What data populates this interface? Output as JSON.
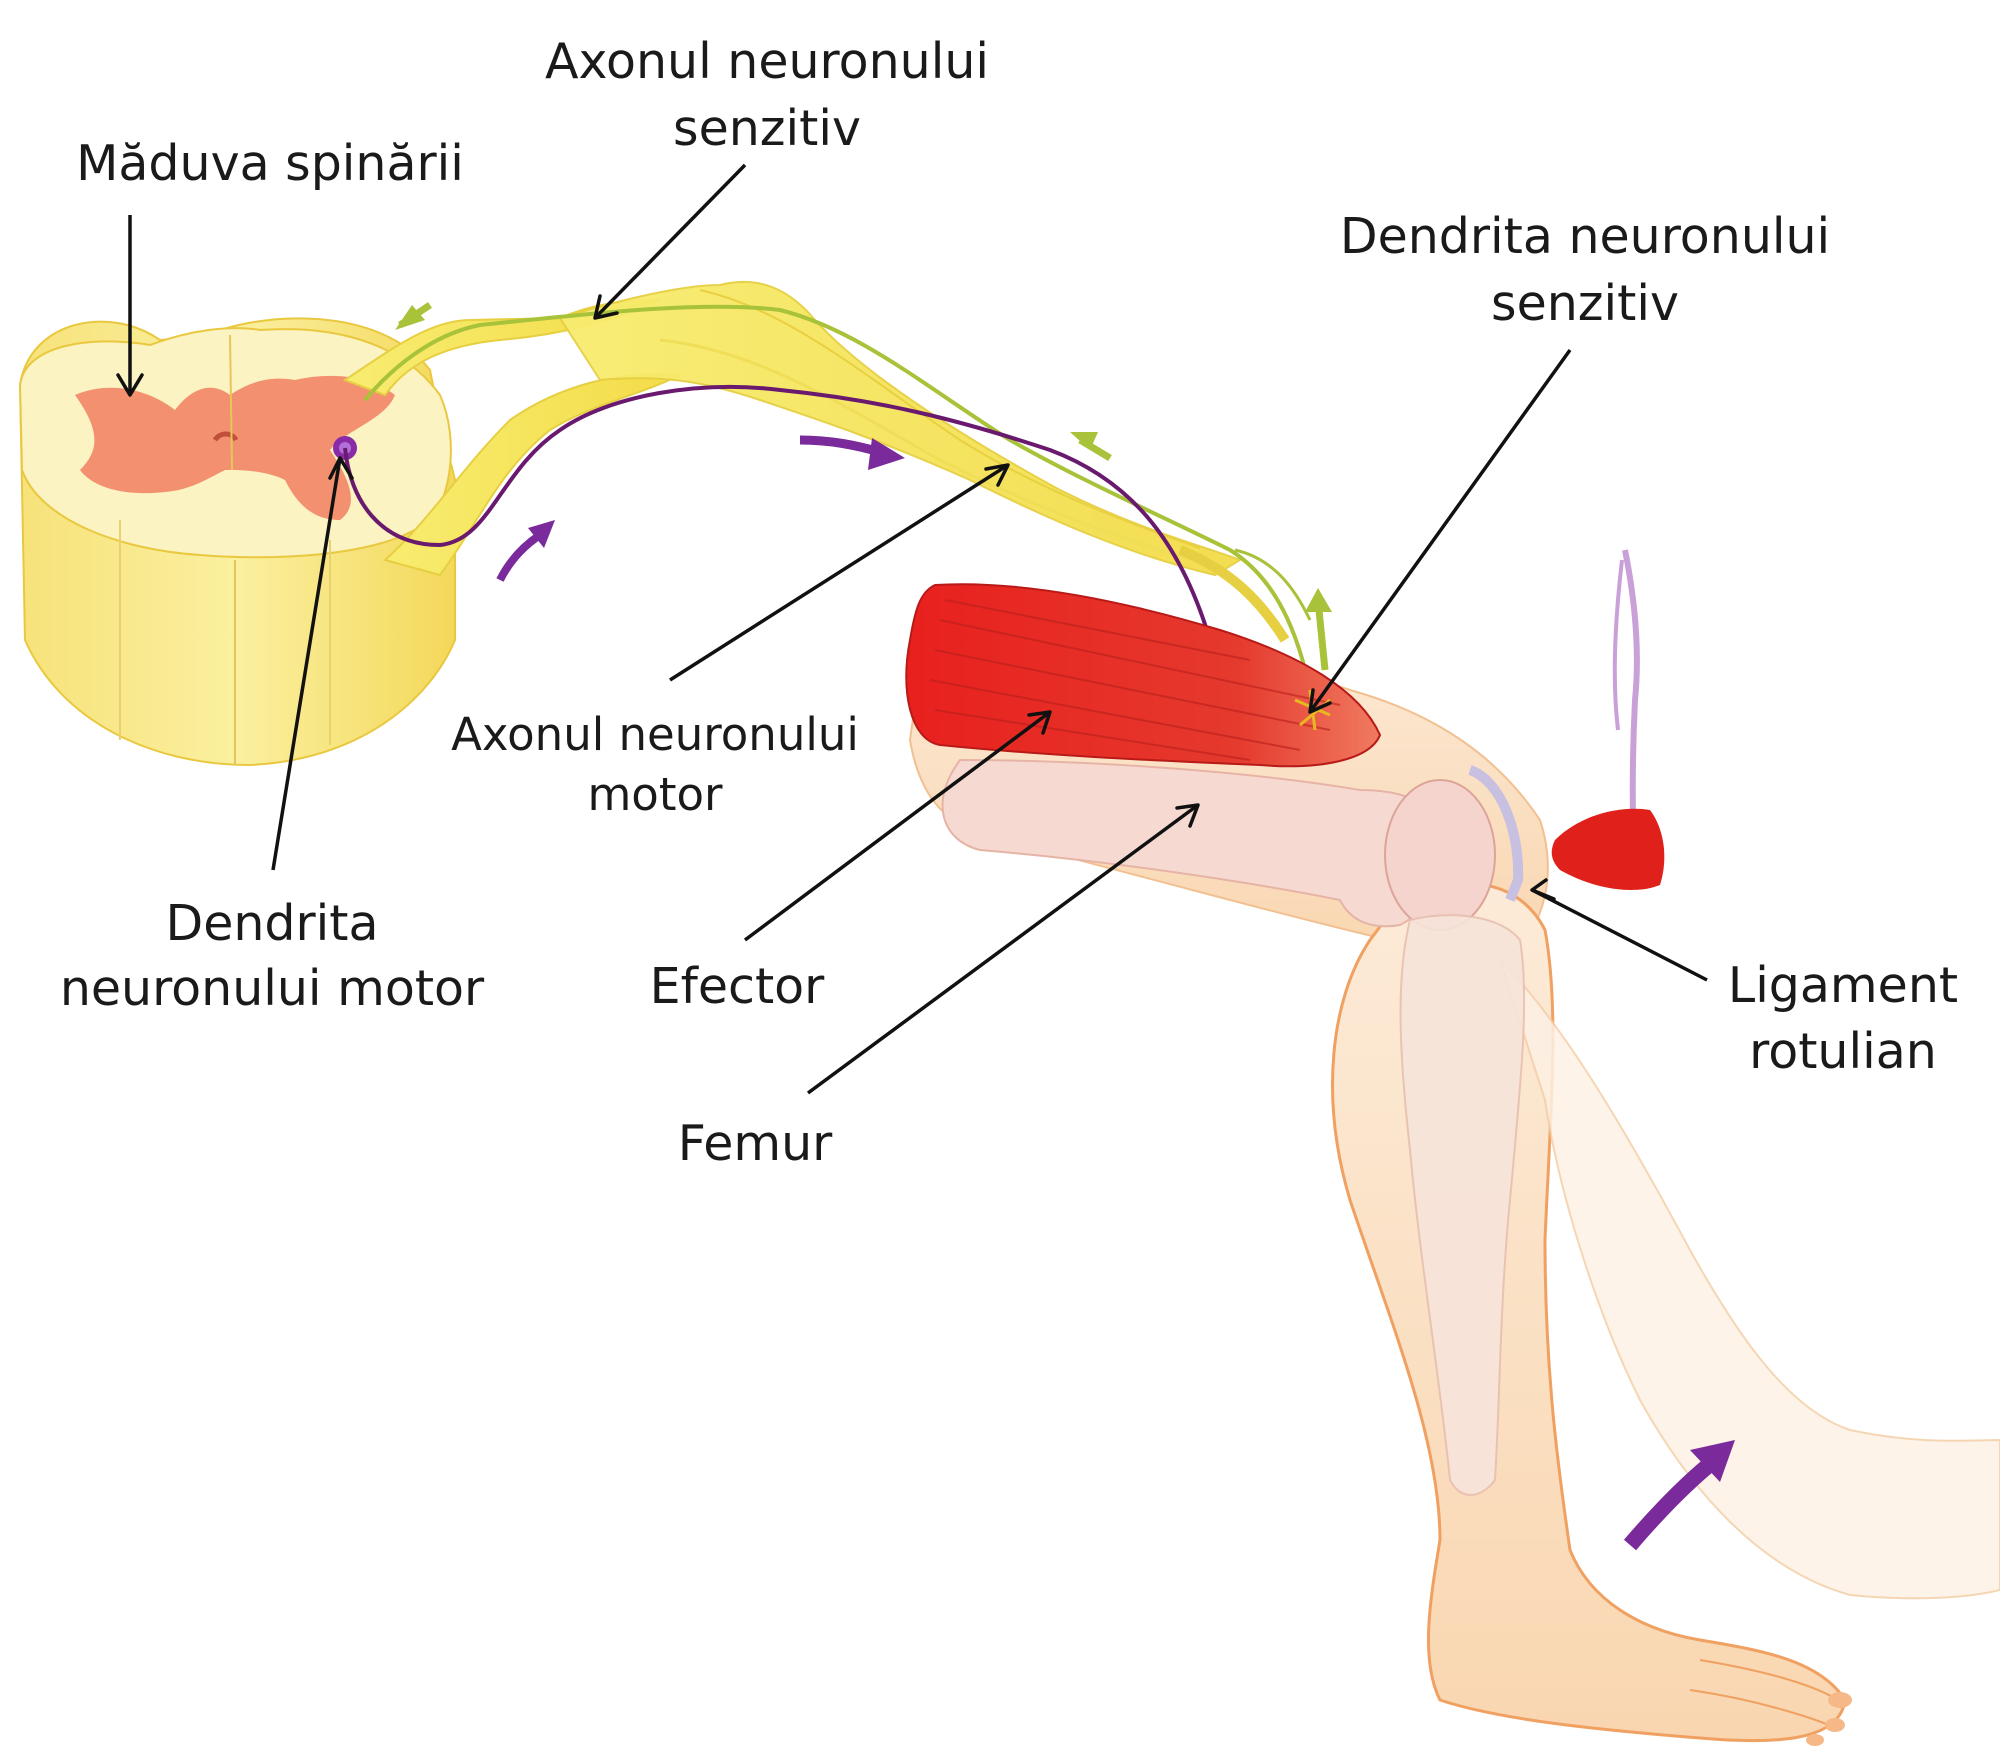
{
  "labels": {
    "spinal_cord": "Măduva spinării",
    "sensory_axon_line1": "Axonul neuronului",
    "sensory_axon_line2": "senzitiv",
    "sensory_dendrite_line1": "Dendrita neuronului",
    "sensory_dendrite_line2": "senzitiv",
    "motor_axon_line1": "Axonul neuronului",
    "motor_axon_line2": "motor",
    "motor_dendrite_line1": "Dendrita",
    "motor_dendrite_line2": "neuronului motor",
    "effector": "Efector",
    "femur": "Femur",
    "ligament_line1": "Ligament",
    "ligament_line2": "rotulian"
  },
  "colors": {
    "sensory_nerve": "#f2e35a",
    "sensory_fiber": "#a8c23a",
    "motor_fiber": "#6a1a6e",
    "impulse_arrow": "#7a2a9a",
    "grey_matter": "#f08a6a",
    "white_matter": "#f8ec8a",
    "muscle": "#e02a2a",
    "skin": "#fbe3c8",
    "skin_outline": "#f0a060",
    "bone": "#f6d8d0",
    "hammer_head": "#e0201a",
    "hammer_handle": "#c9a0d8"
  },
  "icons": {
    "reflex_hammer": "reflex-hammer-icon",
    "impulse_arrow": "impulse-arrow-icon"
  }
}
